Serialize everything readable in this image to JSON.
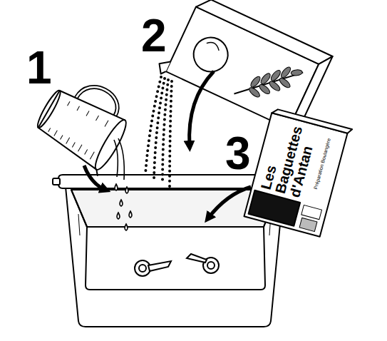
{
  "diagram": {
    "labels": [
      "1",
      "2",
      "3",
      "Les Baguettes d'Antan",
      "Préparation Boulangère"
    ]
  }
}
